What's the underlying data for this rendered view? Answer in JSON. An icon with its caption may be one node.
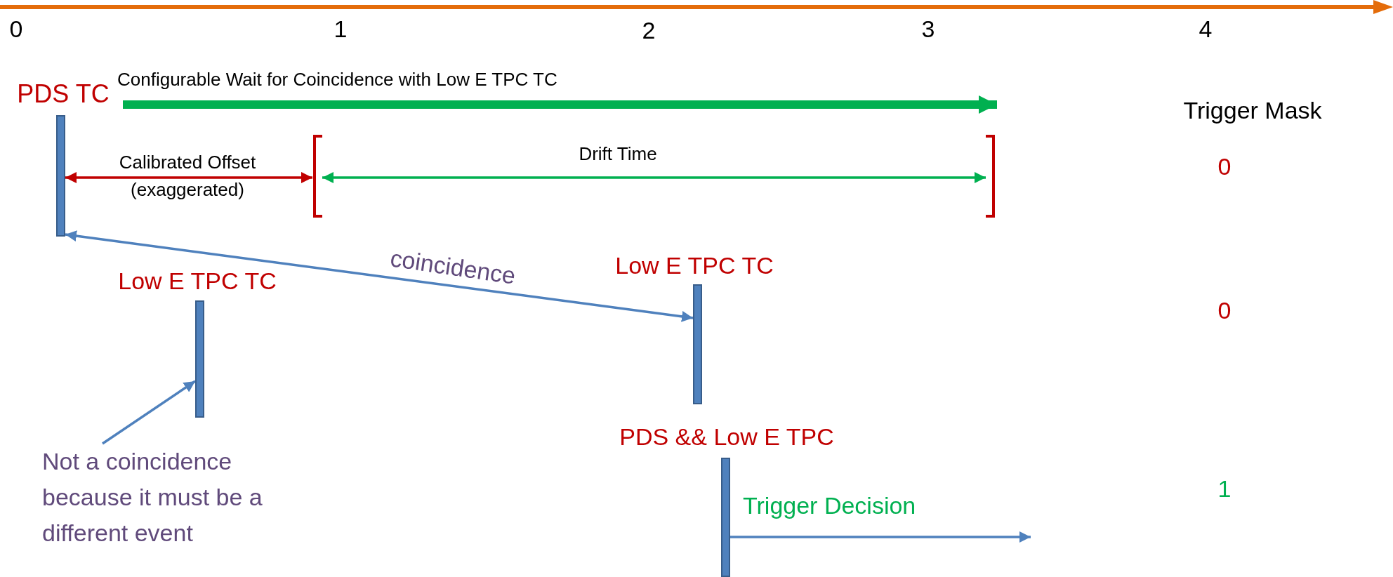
{
  "diagram": {
    "nodes": [
      {
        "text": [
          "PDS TC"
        ]
      },
      {
        "text": [
          "Low E TPC TC"
        ]
      },
      {
        "text": [
          "Low E TPC TC"
        ]
      },
      {
        "text": [
          "PDS && Low E TPC"
        ]
      },
      {
        "text": [
          "Not a coincidence because it must be a different event"
        ]
      },
      {
        "text": [],
        "shape": "bracket"
      },
      {
        "text": [],
        "shape": "bracket"
      }
    ],
    "edges": [
      {
        "from": 0,
        "to": 6,
        "arrow": "to",
        "label": "Configurable Wait for Coincidence with Low E TPC TC",
        "style": "thick",
        "color": "#00b050"
      },
      {
        "from": 0,
        "to": 5,
        "arrow": "both",
        "label": "Calibrated Offset (exaggerated)",
        "color": "#c00000"
      },
      {
        "from": 5,
        "to": 6,
        "arrow": "both",
        "label": "Drift Time",
        "color": "#00b050"
      },
      {
        "from": 0,
        "to": 2,
        "arrow": "both",
        "label": "coincidence"
      },
      {
        "from": 4,
        "to": 1,
        "arrow": "to"
      },
      {
        "from": 3,
        "to": null,
        "arrow": "to",
        "label": "Trigger Decision"
      }
    ],
    "labels": [
      "0",
      "1",
      "2",
      "3",
      "4",
      "Trigger Mask",
      "0",
      "0",
      "1"
    ]
  }
}
